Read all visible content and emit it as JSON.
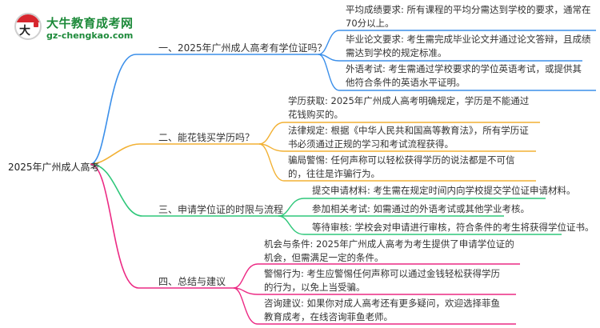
{
  "logo": {
    "title": "大牛教育成考网",
    "url": "gz-chengkao.com",
    "icon": "ox-logo-icon",
    "glyph": "大牛"
  },
  "root": {
    "label": "2025年广州成人高考"
  },
  "colors": {
    "branch1": "#3b8fea",
    "branch2": "#f2b134",
    "branch3": "#2fc77a",
    "branch4": "#ec2a84"
  },
  "branches": [
    {
      "label": "一、2025年广州成人高考有学位证吗？",
      "color": "#3b8fea",
      "leaves": [
        {
          "text": "平均成绩要求: 所有课程的平均分需达到学校的要求，通常在70分以上。"
        },
        {
          "text": "毕业论文要求: 考生需完成毕业论文并通过论文答辩，且成绩需达到学校的规定标准。"
        },
        {
          "text": "外语考试: 考生需通过学校要求的学位英语考试，或提供其他符合条件的英语水平证明。"
        }
      ]
    },
    {
      "label": "二、能花钱买学历吗？",
      "color": "#f2b134",
      "leaves": [
        {
          "text": "学历获取: 2025年广州成人高考明确规定，学历是不能通过花钱购买的。"
        },
        {
          "text": "法律规定: 根据《中华人民共和国高等教育法》，所有学历证书必须通过正规的学习和考试流程获得。"
        },
        {
          "text": "骗局警惕: 任何声称可以轻松获得学历的说法都是不可信的，往往是诈骗行为。"
        }
      ]
    },
    {
      "label": "三、申请学位证的时限与流程",
      "color": "#2fc77a",
      "leaves": [
        {
          "text": "提交申请材料: 考生需在规定时间内向学校提交学位证申请材料。"
        },
        {
          "text": "参加相关考试: 如需通过的外语考试或其他学业考核。"
        },
        {
          "text": "等待审核: 学校会对申请进行审核，符合条件的考生将获得学位证书。"
        }
      ]
    },
    {
      "label": "四、总结与建议",
      "color": "#ec2a84",
      "leaves": [
        {
          "text": "机会与条件: 2025年广州成人高考为考生提供了申请学位证的机会，但需满足一定的条件。"
        },
        {
          "text": "警惕行为: 考生应警惕任何声称可以通过金钱轻松获得学历的行为，以免上当受骗。"
        },
        {
          "text": "咨询建议: 如果你对成人高考还有更多疑问，欢迎选择菲鱼教育成考，在线咨询菲鱼老师。"
        }
      ]
    }
  ]
}
